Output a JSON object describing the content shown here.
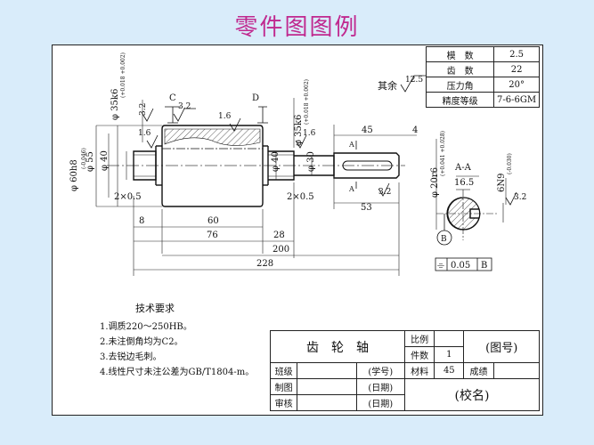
{
  "title": "零件图图例",
  "params": [
    {
      "label": "模　数",
      "value": "2.5"
    },
    {
      "label": "齿　数",
      "value": "22"
    },
    {
      "label": "压力角",
      "value": "20°"
    },
    {
      "label": "精度等级",
      "value": "7-6-6GM"
    }
  ],
  "surface": {
    "rest": "其余",
    "roughness_main": "12.5",
    "roughness_fine": "3.2",
    "roughness_16": "1.6"
  },
  "datums": {
    "c": "C",
    "d": "D",
    "a": "A",
    "b": "B",
    "section": "A-A"
  },
  "dims": {
    "d_60h8": "φ 60h8",
    "d_55": "φ 55",
    "d_40_left": "φ 40",
    "d_35k6_left": "φ 35k6",
    "d_35k6_right": "φ 35k6",
    "d_40_right": "φ 40",
    "d_30": "φ 30",
    "d_20r6": "φ 20r6",
    "tol_60": "(-0.046)",
    "tol_35k6": "(+0.018 +0.002)",
    "tol_20r6": "(+0.041 +0.028)",
    "tol_6n9": "(-0.030)",
    "chamfer": "2×0.5",
    "l_8": "8",
    "l_60": "60",
    "l_76": "76",
    "l_28": "28",
    "l_200": "200",
    "l_228": "228",
    "l_45": "45",
    "l_4": "4",
    "l_53": "53",
    "l_16_5": "16.5",
    "l_6n9": "6N9",
    "flatness": "0.05",
    "flatness_datum": "B"
  },
  "tech": {
    "heading": "技术要求",
    "items": [
      "1.调质220～250HB。",
      "2.未注倒角均为C2。",
      "3.去锐边毛刺。",
      "4.线性尺寸未注公差为GB/T1804-m。"
    ]
  },
  "titleblock": {
    "part_name": "齿　轮　轴",
    "scale_label": "比例",
    "scale_value": "",
    "qty_label": "件数",
    "qty_value": "1",
    "drawing_no": "(图号)",
    "class_label": "班级",
    "student_no": "(学号)",
    "material_label": "材料",
    "material_value": "45",
    "grade_label": "成绩",
    "drawn_label": "制图",
    "drawn_date": "(日期)",
    "school": "(校名)",
    "review_label": "审核",
    "review_date": "(日期)"
  }
}
